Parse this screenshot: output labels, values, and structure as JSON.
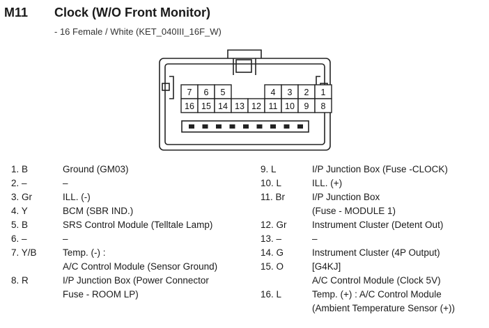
{
  "header": {
    "code": "M11",
    "title": "Clock (W/O Front Monitor)",
    "subtitle": "- 16 Female / White (KET_040III_16F_W)"
  },
  "connector": {
    "top_row": [
      "7",
      "6",
      "5",
      "",
      "",
      "4",
      "3",
      "2",
      "1"
    ],
    "bottom_row": [
      "16",
      "15",
      "14",
      "13",
      "12",
      "11",
      "10",
      "9",
      "8"
    ]
  },
  "pins_left": [
    {
      "num": "1. B",
      "lines": [
        "Ground (GM03)"
      ]
    },
    {
      "num": "2. –",
      "lines": [
        "–"
      ]
    },
    {
      "num": "3. Gr",
      "lines": [
        "ILL. (-)"
      ]
    },
    {
      "num": "4. Y",
      "lines": [
        "BCM (SBR IND.)"
      ]
    },
    {
      "num": "5. B",
      "lines": [
        "SRS Control Module (Telltale Lamp)"
      ]
    },
    {
      "num": "6. –",
      "lines": [
        "–"
      ]
    },
    {
      "num": "7. Y/B",
      "lines": [
        "Temp. (-) :",
        "A/C Control Module (Sensor Ground)"
      ]
    },
    {
      "num": "8. R",
      "lines": [
        "I/P Junction Box (Power Connector",
        "Fuse - ROOM LP)"
      ]
    }
  ],
  "pins_right": [
    {
      "num": "9. L",
      "lines": [
        "I/P Junction Box (Fuse -CLOCK)"
      ]
    },
    {
      "num": "10. L",
      "lines": [
        "ILL. (+)"
      ]
    },
    {
      "num": "11. Br",
      "lines": [
        "I/P Junction Box",
        "(Fuse - MODULE 1)"
      ]
    },
    {
      "num": "12. Gr",
      "lines": [
        "Instrument Cluster (Detent Out)"
      ]
    },
    {
      "num": "13. –",
      "lines": [
        "–"
      ]
    },
    {
      "num": "14. G",
      "lines": [
        "Instrument Cluster (4P Output)"
      ]
    },
    {
      "num": "15. O",
      "lines": [
        "[G4KJ]",
        "A/C Control Module (Clock 5V)"
      ]
    },
    {
      "num": "16. L",
      "lines": [
        "Temp. (+) : A/C Control Module",
        "(Ambient Temperature Sensor (+))"
      ]
    }
  ]
}
